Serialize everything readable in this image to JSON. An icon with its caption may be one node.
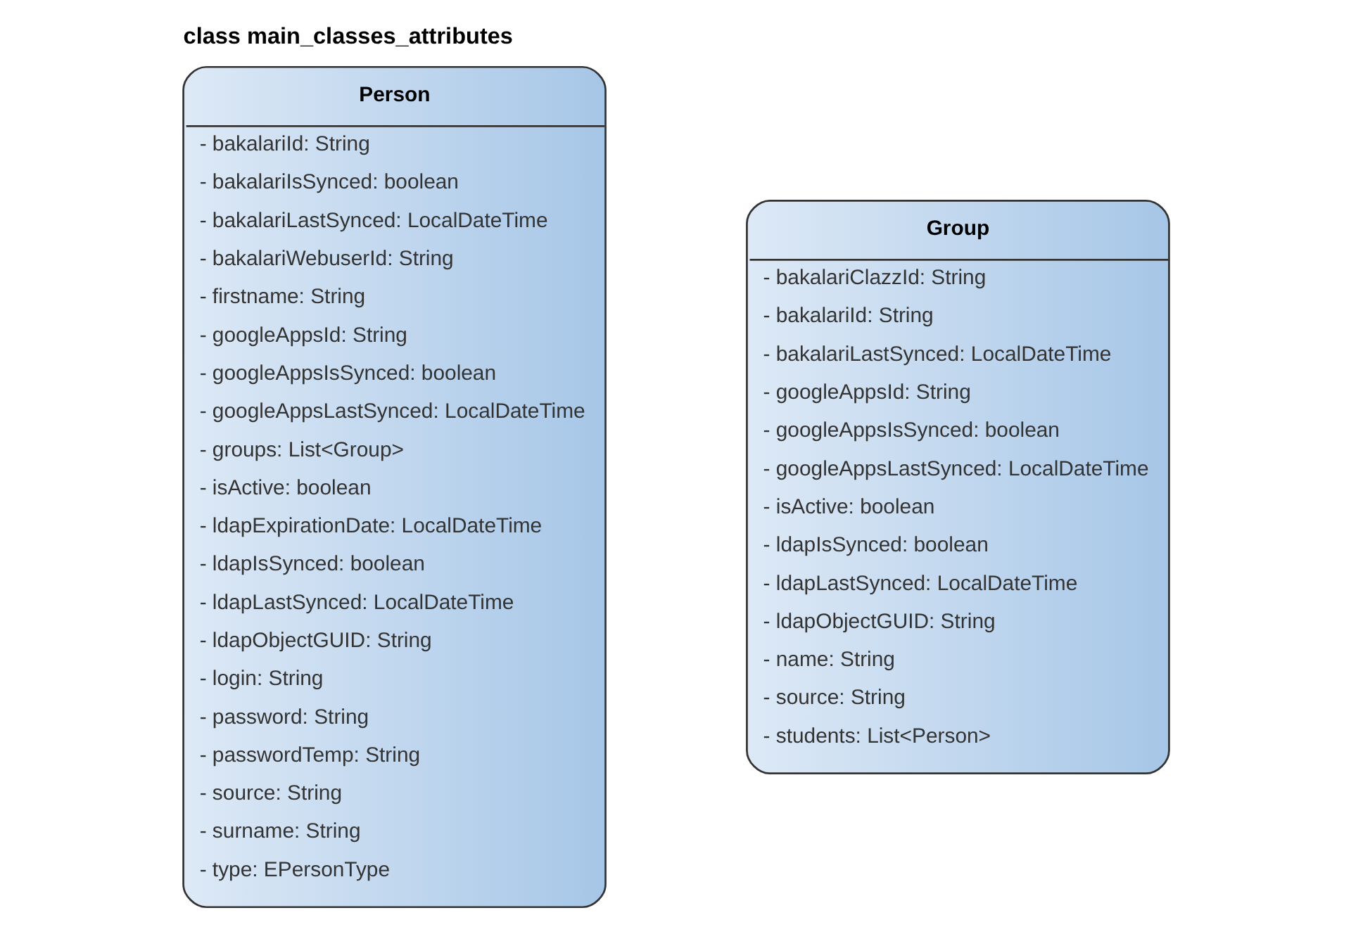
{
  "diagram": {
    "title": "class main_classes_attributes",
    "nodes": [
      {
        "text": [
          "Person",
          "- bakalariId: String",
          "- bakalariIsSynced: boolean",
          "- bakalariLastSynced: LocalDateTime",
          "- bakalariWebuserId: String",
          "- firstname: String",
          "- googleAppsId: String",
          "- googleAppsIsSynced: boolean",
          "- googleAppsLastSynced: LocalDateTime",
          "- groups: List<Group>",
          "- isActive: boolean",
          "- ldapExpirationDate: LocalDateTime",
          "- ldapIsSynced: boolean",
          "- ldapLastSynced: LocalDateTime",
          "- ldapObjectGUID: String",
          "- login: String",
          "- password: String",
          "- passwordTemp: String",
          "- source: String",
          "- surname: String",
          "- type: EPersonType"
        ]
      },
      {
        "text": [
          "Group",
          "- bakalariClazzId: String",
          "- bakalariId: String",
          "- bakalariLastSynced: LocalDateTime",
          "- googleAppsId: String",
          "- googleAppsIsSynced: boolean",
          "- googleAppsLastSynced: LocalDateTime",
          "- isActive: boolean",
          "- ldapIsSynced: boolean",
          "- ldapLastSynced: LocalDateTime",
          "- ldapObjectGUID: String",
          "- name: String",
          "- source: String",
          "- students: List<Person>"
        ]
      }
    ],
    "edges": []
  }
}
